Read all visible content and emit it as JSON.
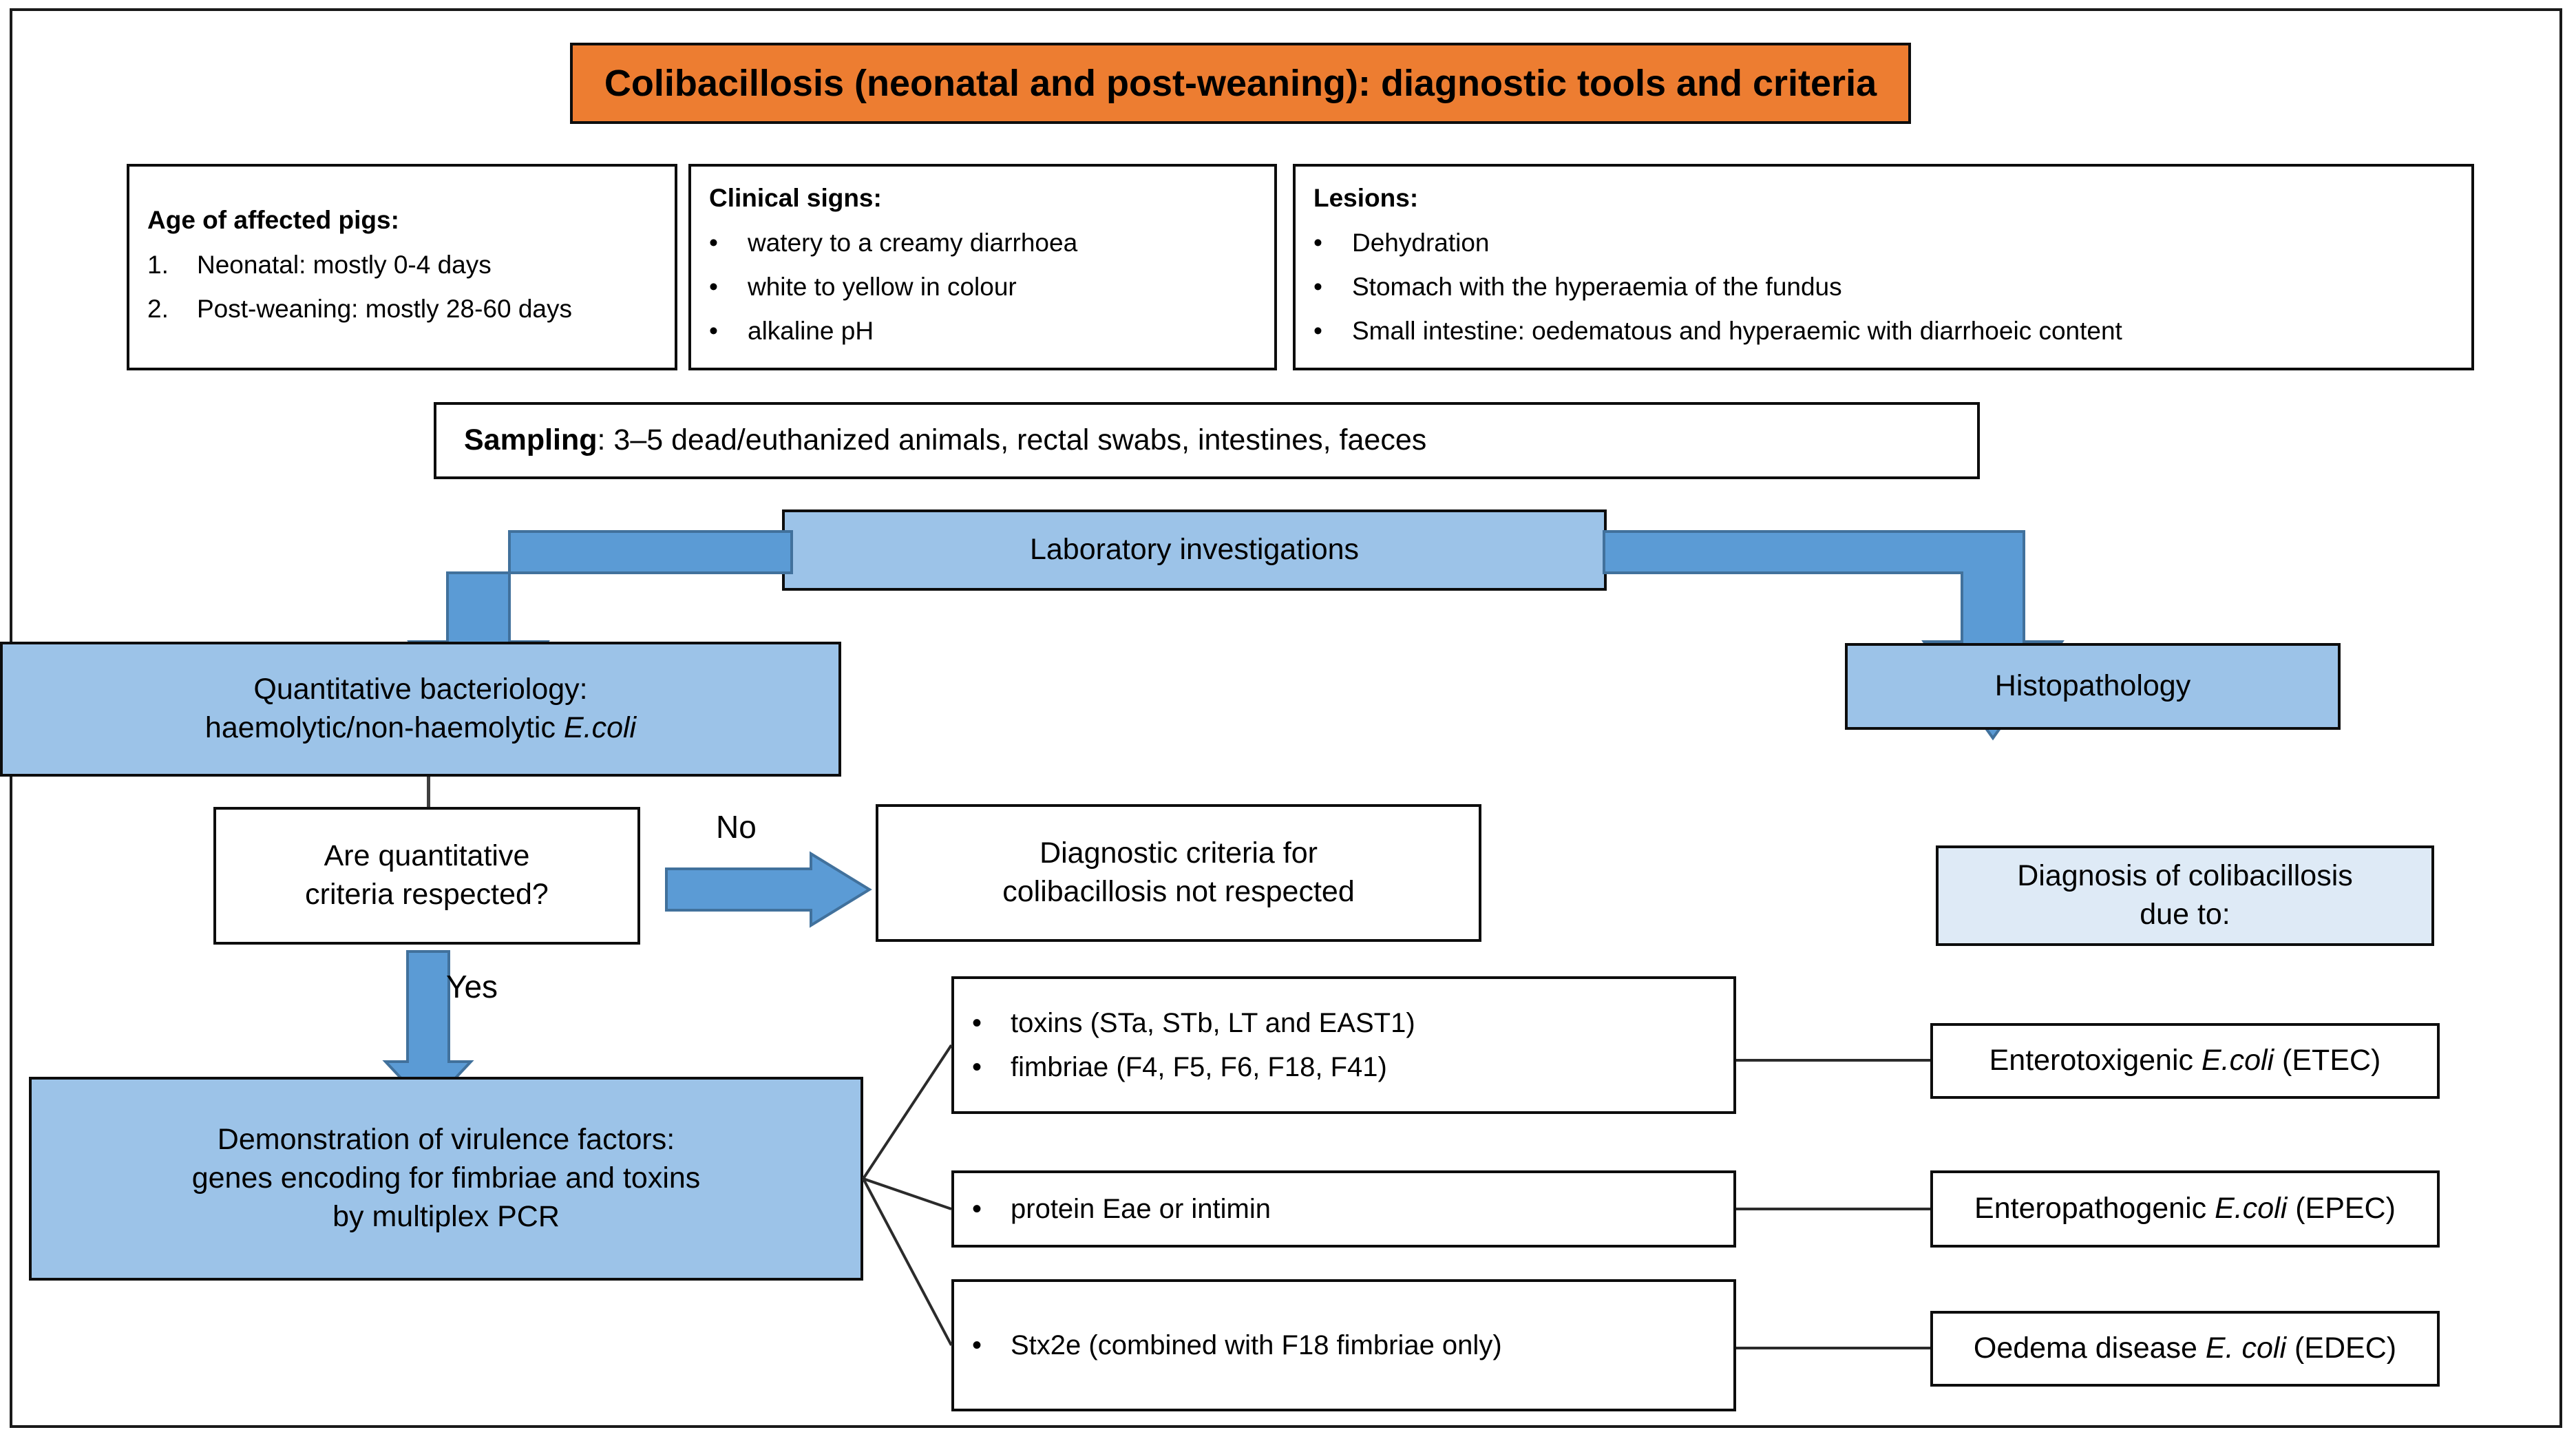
{
  "title": "Colibacillosis (neonatal and post-weaning): diagnostic tools and criteria",
  "colors": {
    "title_fill": "#ED7D31",
    "box_blue": "#9CC3E8",
    "box_light_blue": "#DEEAF6",
    "arrow_blue": "#5B9BD5",
    "arrow_edge": "#41719C",
    "border": "#0D0D0D"
  },
  "info_boxes": {
    "age": {
      "heading": "Age of affected pigs",
      "heading_suffix": ":",
      "items": [
        {
          "marker": "1.",
          "text": "Neonatal: mostly 0-4 days"
        },
        {
          "marker": "2.",
          "text": "Post-weaning:  mostly  28-60 days"
        }
      ]
    },
    "clinical": {
      "heading": "Clinical signs:",
      "items": [
        {
          "marker": "•",
          "text": "watery to a creamy diarrhoea"
        },
        {
          "marker": "•",
          "text": "white to yellow in colour"
        },
        {
          "marker": "•",
          "text": "alkaline pH"
        }
      ]
    },
    "lesions": {
      "heading": "Lesions",
      "heading_suffix": ":",
      "items": [
        {
          "marker": "•",
          "text": "Dehydration"
        },
        {
          "marker": "•",
          "text": "Stomach with the hyperaemia of the fundus"
        },
        {
          "marker": "•",
          "text": "Small intestine: oedematous and hyperaemic with diarrhoeic content"
        }
      ]
    }
  },
  "sampling": {
    "label": "Sampling",
    "text": ": 3–5 dead/euthanized animals, rectal swabs, intestines, faeces"
  },
  "lab": {
    "label": "Laboratory investigations"
  },
  "bacteriology": {
    "line1": "Quantitative bacteriology:",
    "line2_pre": "haemolytic/non-haemolytic ",
    "line2_italic": "E.coli"
  },
  "histopathology": {
    "label": "Histopathology"
  },
  "decision": {
    "line1": "Are quantitative",
    "line2": "criteria respected?",
    "no_label": "No",
    "yes_label": "Yes"
  },
  "not_respected": {
    "line1": "Diagnostic criteria for",
    "line2": "colibacillosis not respected"
  },
  "pcr": {
    "line1": "Demonstration of virulence factors:",
    "line2": "genes encoding for fimbriae and toxins",
    "line3": "by multiplex PCR"
  },
  "diagnosis_header": {
    "line1": "Diagnosis of colibacillosis",
    "line2": "due to:"
  },
  "markers": [
    {
      "items": [
        {
          "marker": "•",
          "text": "toxins (STa, STb, LT and EAST1)"
        },
        {
          "marker": "•",
          "text": "fimbriae (F4, F5, F6, F18, F41)"
        }
      ]
    },
    {
      "items": [
        {
          "marker": "•",
          "text": " protein Eae or intimin"
        }
      ]
    },
    {
      "items": [
        {
          "marker": "•",
          "text": "Stx2e (combined with F18 fimbriae only)"
        }
      ]
    }
  ],
  "results": [
    {
      "pre": "Enterotoxigenic ",
      "italic": "E.coli",
      "post": " (ETEC)"
    },
    {
      "pre": "Enteropathogenic ",
      "italic": "E.coli",
      "post": " (EPEC)"
    },
    {
      "pre": "Oedema disease ",
      "italic": "E. coli",
      "post": " (EDEC)"
    }
  ]
}
